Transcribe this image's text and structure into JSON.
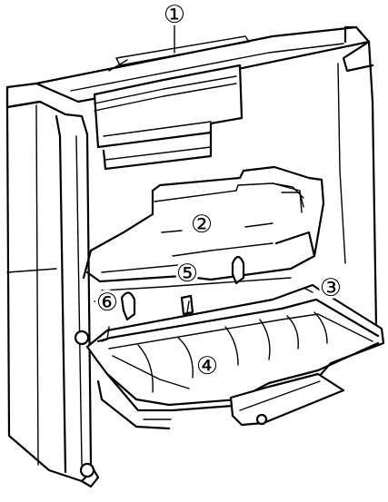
{
  "callouts": [
    {
      "id": "1",
      "glyph": "①"
    },
    {
      "id": "2",
      "glyph": "②"
    },
    {
      "id": "3",
      "glyph": "③"
    },
    {
      "id": "4",
      "glyph": "④"
    },
    {
      "id": "5",
      "glyph": "⑤"
    },
    {
      "id": "6",
      "glyph": "⑥"
    }
  ]
}
